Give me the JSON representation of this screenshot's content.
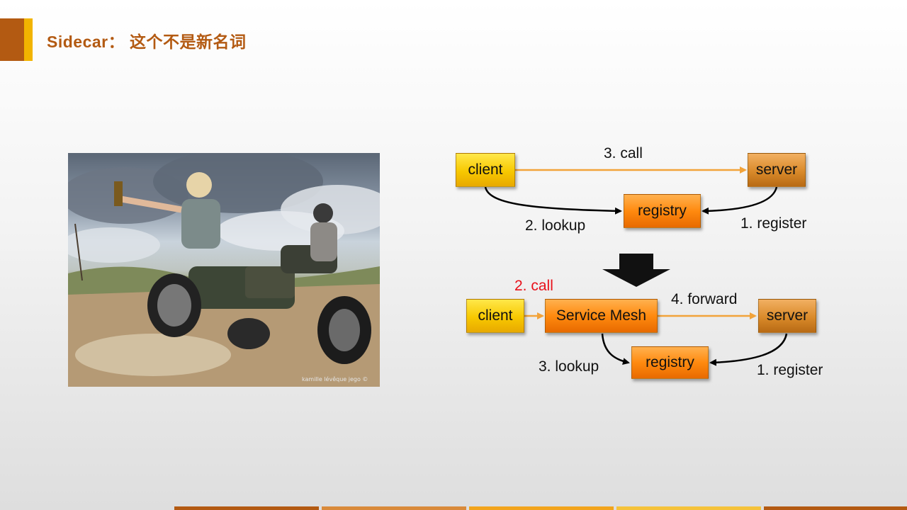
{
  "slide": {
    "title": "Sidecar： 这个不是新名词",
    "photo_credit": "kamille lévêque jego ©"
  },
  "diagram_top": {
    "client": "client",
    "server": "server",
    "registry": "registry",
    "call": "3. call",
    "lookup": "2. lookup",
    "register": "1. register"
  },
  "diagram_bottom": {
    "client": "client",
    "service_mesh": "Service Mesh",
    "server": "server",
    "registry": "registry",
    "call": "2. call",
    "forward": "4. forward",
    "lookup": "3. lookup",
    "register": "1. register"
  },
  "colors": {
    "accent_brown": "#b35a12",
    "accent_yellow": "#f2b400",
    "call_red": "#e8101a",
    "strip": [
      "#b35a12",
      "#d98a3a",
      "#f2a41c",
      "#f5c23a",
      "#b35a12"
    ]
  }
}
